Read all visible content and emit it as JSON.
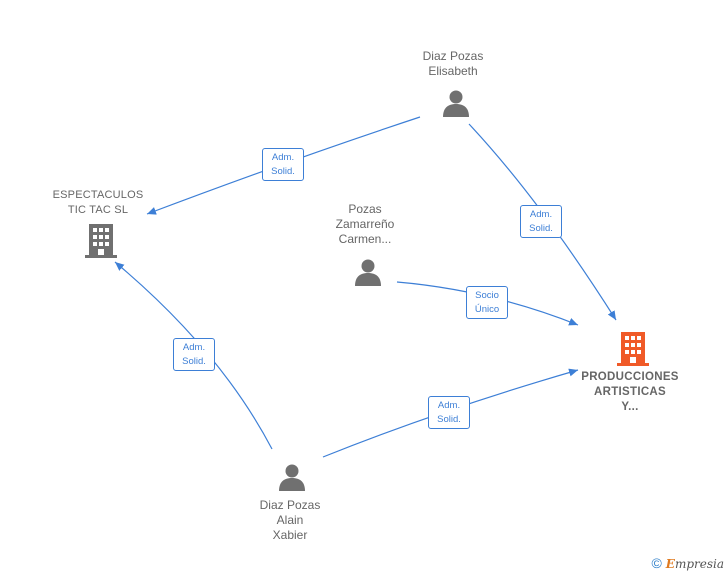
{
  "nodes": {
    "elisabeth": {
      "lines": [
        "Diaz Pozas",
        "Elisabeth"
      ]
    },
    "espectaculos": {
      "lines": [
        "ESPECTACULOS",
        "TIC TAC  SL"
      ]
    },
    "carmen": {
      "lines": [
        "Pozas",
        "Zamarreño",
        "Carmen..."
      ]
    },
    "producciones": {
      "lines": [
        "PRODUCCIONES",
        "ARTISTICAS",
        "Y..."
      ]
    },
    "alain": {
      "lines": [
        "Diaz Pozas",
        "Alain",
        "Xabier"
      ]
    }
  },
  "edges": {
    "elisabeth_espectaculos": [
      "Adm.",
      "Solid."
    ],
    "elisabeth_producciones": [
      "Adm.",
      "Solid."
    ],
    "carmen_producciones": [
      "Socio",
      "Único"
    ],
    "alain_espectaculos": [
      "Adm.",
      "Solid."
    ],
    "alain_producciones": [
      "Adm.",
      "Solid."
    ]
  },
  "colors": {
    "edge": "#3d7fd6",
    "person_icon": "#707070",
    "company_icon": "#707070",
    "main_company_icon": "#f05a28"
  },
  "footer": {
    "copyright": "©",
    "brand_first": "E",
    "brand_rest": "mpresia"
  }
}
